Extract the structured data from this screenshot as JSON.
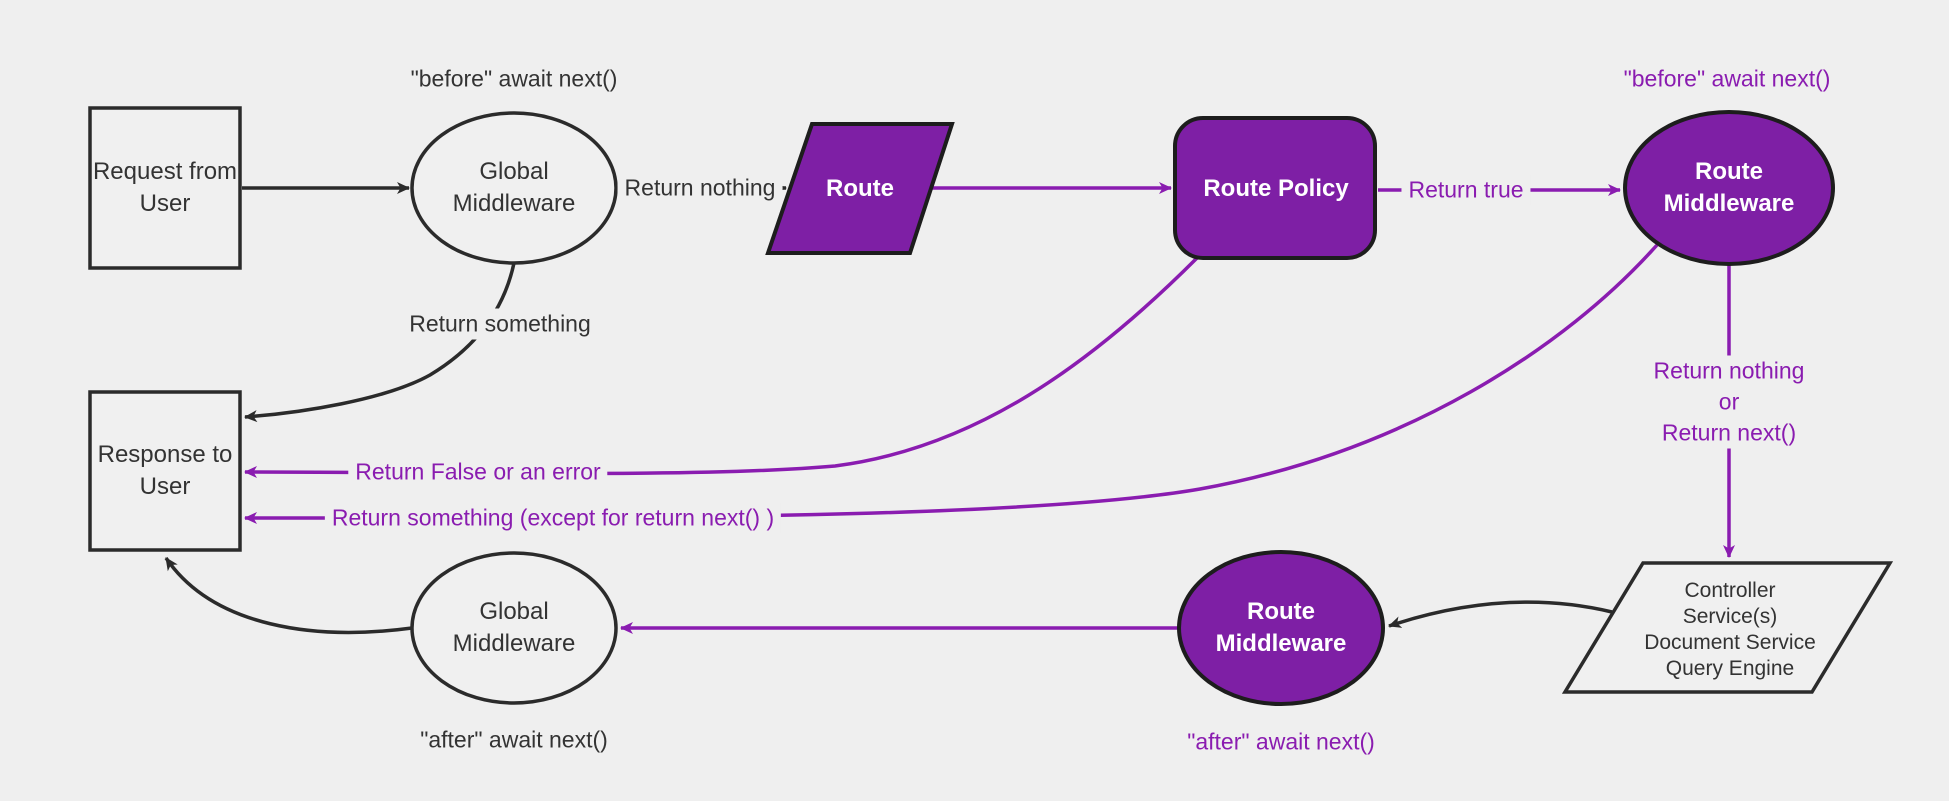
{
  "colors": {
    "background": "#efefef",
    "node_light_fill": "#f0f0f0",
    "purple_fill": "#7e1fa5",
    "purple_line": "#8a1cb0",
    "black_line": "#2b2b2b",
    "dark_text": "#333333",
    "white_text": "#ffffff"
  },
  "nodes": {
    "request": {
      "lines": [
        "Request from",
        "User"
      ]
    },
    "global_middleware_top": {
      "lines": [
        "Global",
        "Middleware"
      ]
    },
    "route": {
      "label": "Route"
    },
    "route_policy": {
      "label": "Route Policy"
    },
    "route_middleware_top": {
      "lines": [
        "Route",
        "Middleware"
      ]
    },
    "controller": {
      "lines": [
        "Controller",
        "Service(s)",
        "Document Service",
        "Query Engine"
      ]
    },
    "route_middleware_bottom": {
      "lines": [
        "Route",
        "Middleware"
      ]
    },
    "global_middleware_bottom": {
      "lines": [
        "Global",
        "Middleware"
      ]
    },
    "response": {
      "lines": [
        "Response to",
        "User"
      ]
    }
  },
  "edge_labels": {
    "before_await_next_global": "\"before\" await next()",
    "before_await_next_route": "\"before\" await next()",
    "return_nothing": "Return nothing",
    "return_something": "Return something",
    "return_true": "Return true",
    "return_nothing_or_next": {
      "lines": [
        "Return nothing",
        "or",
        "Return next()"
      ]
    },
    "return_false_or_error": "Return False or an error",
    "return_something_except": "Return something (except for return next() )",
    "after_await_next_route": "\"after\" await next()",
    "after_await_next_global": "\"after\" await next()"
  }
}
